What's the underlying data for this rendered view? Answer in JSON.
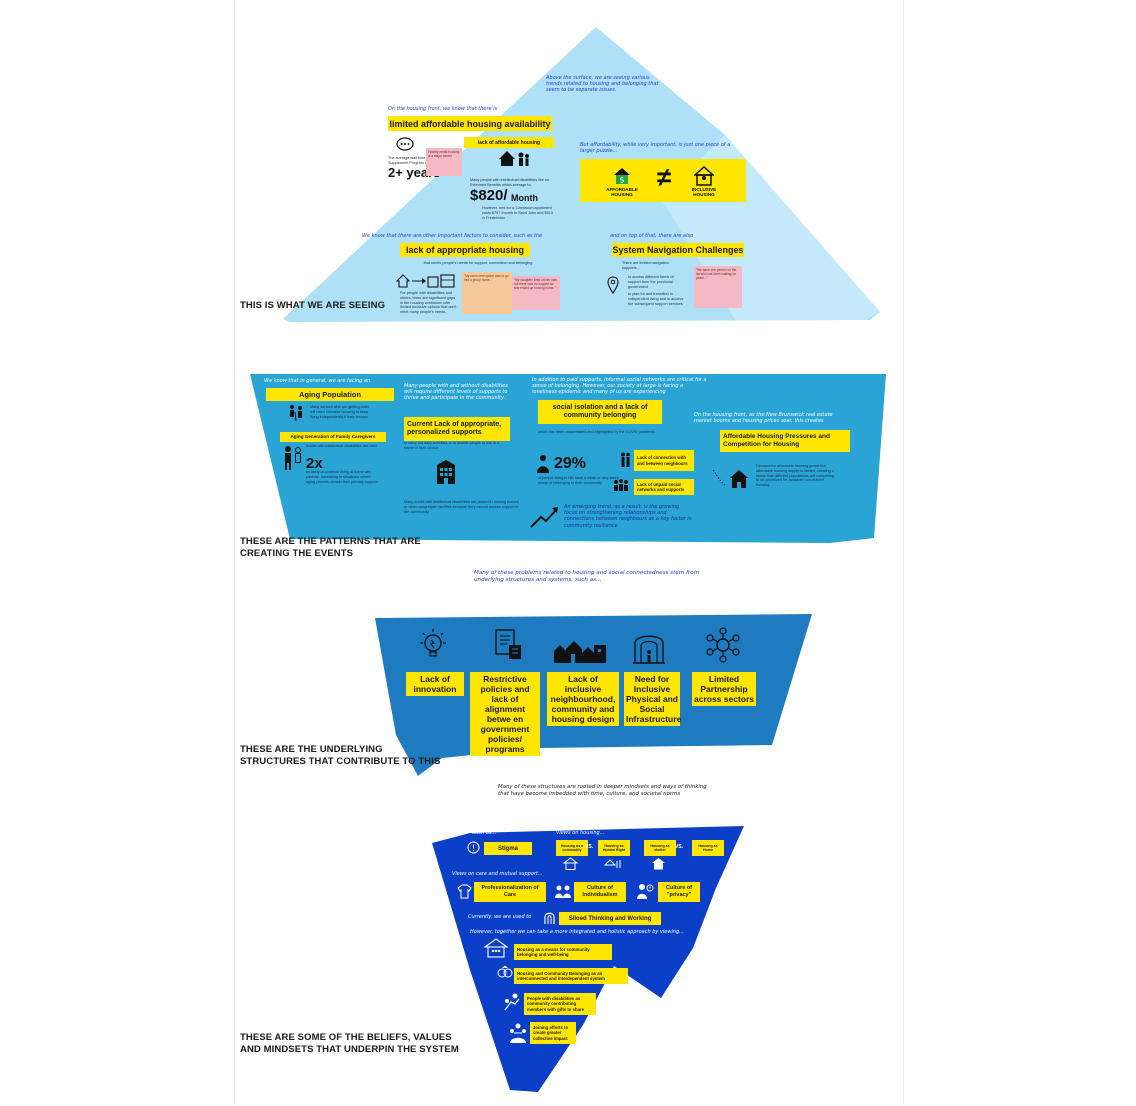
{
  "sections": {
    "surface_label": "THIS IS WHAT WE ARE SEEING",
    "patterns_label_line1": "THESE ARE THE PATTERNS THAT ARE",
    "patterns_label_line2": "CREATING THE EVENTS",
    "structures_label_line1": "THESE ARE THE UNDERLYING",
    "structures_label_line2": "STRUCTURES THAT CONTRIBUTE TO THIS",
    "beliefs_label_line1": "THESE ARE SOME OF THE BELIEFS, VALUES",
    "beliefs_label_line2": "AND MINDSETS THAT UNDERPIN THE SYSTEM"
  },
  "tip": {
    "intro_note": "Above the surface, we are seeing various trends related to housing and belonging that seem to be separate issues.",
    "housing_front_note": "On the housing front, we know that there is",
    "limited_housing": "limited affordable housing availability",
    "lack_affordable": "lack of affordable housing",
    "rent_note": "The average wait time for the Rent Supplement Program is",
    "two_years": "2+ years",
    "pink_rent": "Finding rental housing is a major barrier",
    "income_note": "Many people with intellectual disabilities live on Extended Benefits which average to",
    "income_value": "$820/",
    "income_unit": "Month",
    "rent_compare": "However, rent for a 1-bedroom apartment costs $797 /month in Saint John and $915 in Fredericton",
    "affordability_note": "But affordability, while very important, is just one piece of a larger puzzle...",
    "affordable_label": "AFFORDABLE HOUSING",
    "not_equal": "≠",
    "inclusive_label": "INCLUSIVE HOUSING",
    "other_factors_note": "We know that there are other important factors to consider, such as the",
    "lack_appropriate": "lack of appropriate housing",
    "appropriate_sub": "that meets people's needs for support, connection and belonging",
    "gaps_text": "For people with disabilities and others, there are significant gaps in the housing continuum with limited inclusive options that don't meet many people's needs.",
    "peach_quote": "\"My son's best option was to go into a group home...\"",
    "pink_quote": "\"My daughter lived on her own but there was no support so she ended up moving home.\"",
    "on_top_note": "and on top of that, there are also",
    "system_nav": "System Navigation Challenges",
    "nav_sub": "There are limited navigation supports...",
    "nav_item1": "to access different forms of support from the provincial government",
    "nav_item2": "to plan for and transition to independent living and to access the subsequent support services",
    "pink_nav": "\"We have one person on the list who has been waiting for years...\""
  },
  "patterns": {
    "aging_note": "We know that in general, we are facing an",
    "aging_population": "Aging Population",
    "seniors_text": "Many seniors who are getting older will need inclusive housing to keep living independently if they choose.",
    "aging_caregivers": "Aging Generation of Family Caregivers",
    "adults_text": "Adults with intellectual disabilities are over",
    "two_x": "2x",
    "likely_text": "as likely to continue living at home with parents, increasing in situations where aging parents remain their primary support",
    "supports_note": "Many people with and without disabilities will require different levels of supports to thrive and participate in the community.",
    "current_lack": "Current Lack of appropriate, personalized supports",
    "daily_text": "to carry out daily activities or to enable people to live in a home of their choice.",
    "nursing_text": "Many adults with intellectual disabilities are placed in nursing homes or other congregate facilities because they cannot access support in the community.",
    "networks_note": "In addition to paid supports, informal social networks are critical for a sense of belonging. However, our society at large is facing a loneliness epidemic and many of us are experiencing",
    "social_isolation": "social isolation and a lack of community belonging",
    "covid_text": "which has been exacerbated and highlighted by the COVID pandemic.",
    "pct": "29%",
    "pct_text": "of people living in NB have a weak or very weak sense of belonging to their community",
    "conn1": "Lack of connection with and between neighbours",
    "conn2": "Lack of unpaid social networks and supports",
    "emerging_note": "An emerging trend, as a result, is the growing focus on strengthening relationships and connections between neighbours as a key factor in community resilience",
    "market_note": "On the housing front, as the New Brunswick real estate market booms and housing prices soar, this creates",
    "pressures": "Affordable Housing Pressures and Competition for Housing",
    "demand_text": "Demand for affordable housing grows but affordable housing supply is limited, creating a sense that different populations are competing to be prioritized for available non-market housing"
  },
  "structures_note": "Many of these problems related to housing and social connectedness stem from underlying structures and systems, such as...",
  "structures": [
    {
      "label": "Lack of innovation",
      "icon": "lightbulb-icon"
    },
    {
      "label": "Restrictive policies and lack of alignment betwe en government policies/ programs",
      "icon": "policy-document-icon"
    },
    {
      "label": "Lack of inclusive neighbourhood, community and housing design",
      "icon": "neighbourhood-icon"
    },
    {
      "label": "Need for Inclusive Physical and Social Infrastructure",
      "icon": "building-arch-icon"
    },
    {
      "label": "Limited Partnership across sectors",
      "icon": "network-icon"
    }
  ],
  "beliefs_note": "Many of these structures are rooted in deeper mindsets and ways of thinking that have become imbedded with time, culture, and societal norms",
  "beliefs": {
    "such_as": "Such as...",
    "stigma": "Stigma",
    "views_housing": "Views on housing...",
    "vs": "VS.",
    "commodity": "Housing as a commodity",
    "human_right": "Housing as Human Right",
    "shelter": "Housing as shelter",
    "home": "Housing as Home",
    "views_care": "Views on care and mutual support...",
    "professionalization": "Professionalization of Care",
    "individualism": "Culture of Individualism",
    "privacy": "Culture of \"privacy\"",
    "currently": "Currently, we are used to",
    "siloed": "Siloed Thinking and Working",
    "however": "However, together we can take a more integrated and holistic approach by viewing...",
    "view1": "Housing as a means for community belonging and well-being",
    "view2": "Housing and Community Belonging as an interconnected and interdependent system",
    "view3": "People with disabilities as community contributing members with gifts to share",
    "view4": "Joining efforts to create greater collective impact"
  },
  "colors": {
    "tip": "#aee0f8",
    "patterns": "#29a4d4",
    "structures": "#1f7bc0",
    "beliefs": "#0b3fc8",
    "highlight": "#ffe600"
  }
}
